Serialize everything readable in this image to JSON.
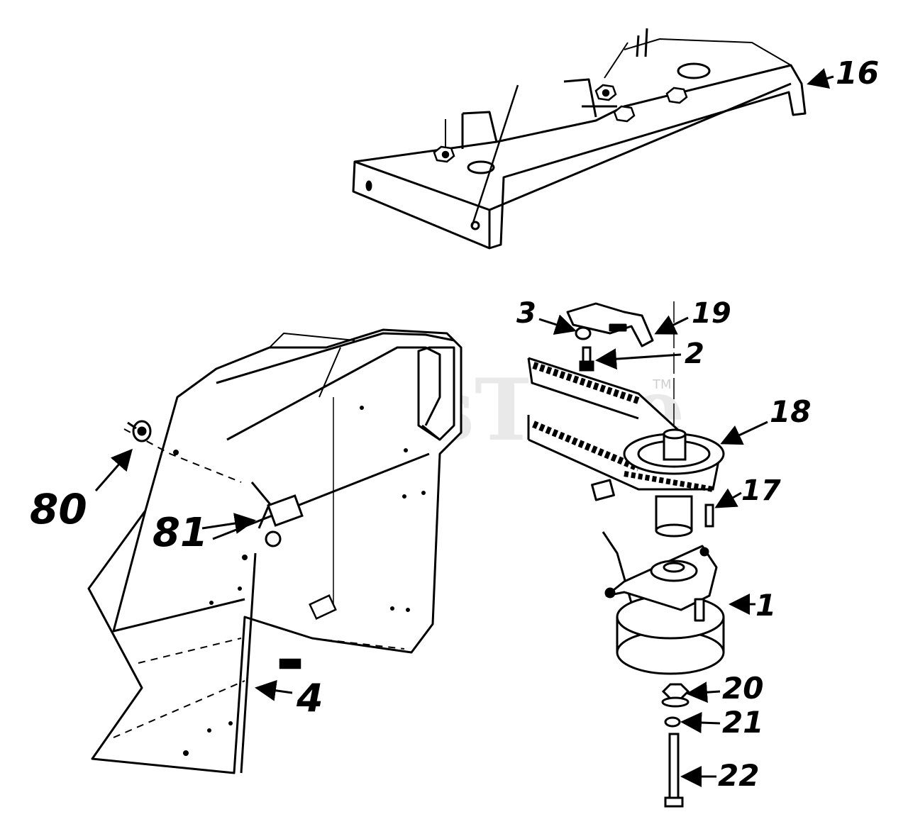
{
  "watermark": {
    "text": "PartsTree",
    "mark": "TM"
  },
  "callouts": {
    "c16": "16",
    "c3": "3",
    "c19": "19",
    "c2": "2",
    "c18": "18",
    "c17": "17",
    "c1": "1",
    "c20": "20",
    "c21": "21",
    "c22": "22",
    "c80": "80",
    "c81": "81",
    "c4": "4"
  },
  "colors": {
    "ink": "#000000",
    "paper": "#ffffff",
    "watermark": "#d8d8d8"
  }
}
